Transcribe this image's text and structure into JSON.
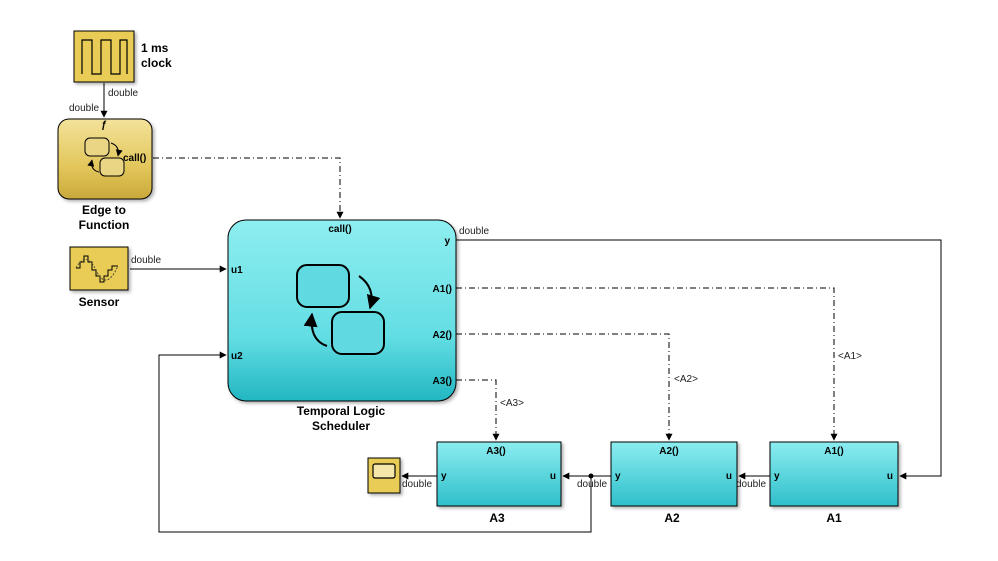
{
  "clock": {
    "label_line1": "1 ms",
    "label_line2": "clock",
    "out_type": "double"
  },
  "edge": {
    "label_line1": "Edge to",
    "label_line2": "Function",
    "in_type": "double",
    "trigger_symbol": "ƒ",
    "port_out": "call()"
  },
  "sensor": {
    "label": "Sensor",
    "out_type": "double"
  },
  "scheduler": {
    "label_line1": "Temporal Logic",
    "label_line2": "Scheduler",
    "port_call": "call()",
    "port_y": "y",
    "port_u1": "u1",
    "port_u2": "u2",
    "port_a1": "A1()",
    "port_a2": "A2()",
    "port_a3": "A3()",
    "y_type": "double"
  },
  "goto_tags": {
    "a1": "<A1>",
    "a2": "<A2>",
    "a3": "<A3>"
  },
  "a1": {
    "label": "A1",
    "title": "A1()",
    "port_y": "y",
    "port_u": "u",
    "link_type": "double"
  },
  "a2": {
    "label": "A2",
    "title": "A2()",
    "port_y": "y",
    "port_u": "u",
    "link_type": "double"
  },
  "a3": {
    "label": "A3",
    "title": "A3()",
    "port_y": "y",
    "port_u": "u",
    "link_type": "double"
  },
  "colors": {
    "yellow_block": "#e8cc55",
    "cyan_block": "#7ee6ea",
    "cyan_dark": "#27bcc6"
  }
}
